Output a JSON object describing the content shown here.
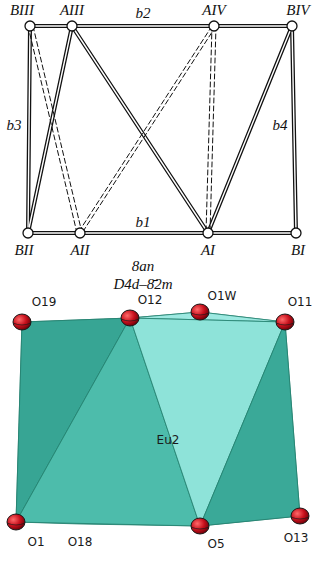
{
  "diagram": {
    "labels": [
      "BIII",
      "AIII",
      "AIV",
      "BIV",
      "b2",
      "b3",
      "b4",
      "b1",
      "BII",
      "AII",
      "AI",
      "BI",
      "8an",
      "D4d–8̄2m",
      "O19",
      "O12",
      "O1W",
      "O11",
      "Eu2",
      "O1",
      "O18",
      "O5",
      "O13"
    ]
  }
}
